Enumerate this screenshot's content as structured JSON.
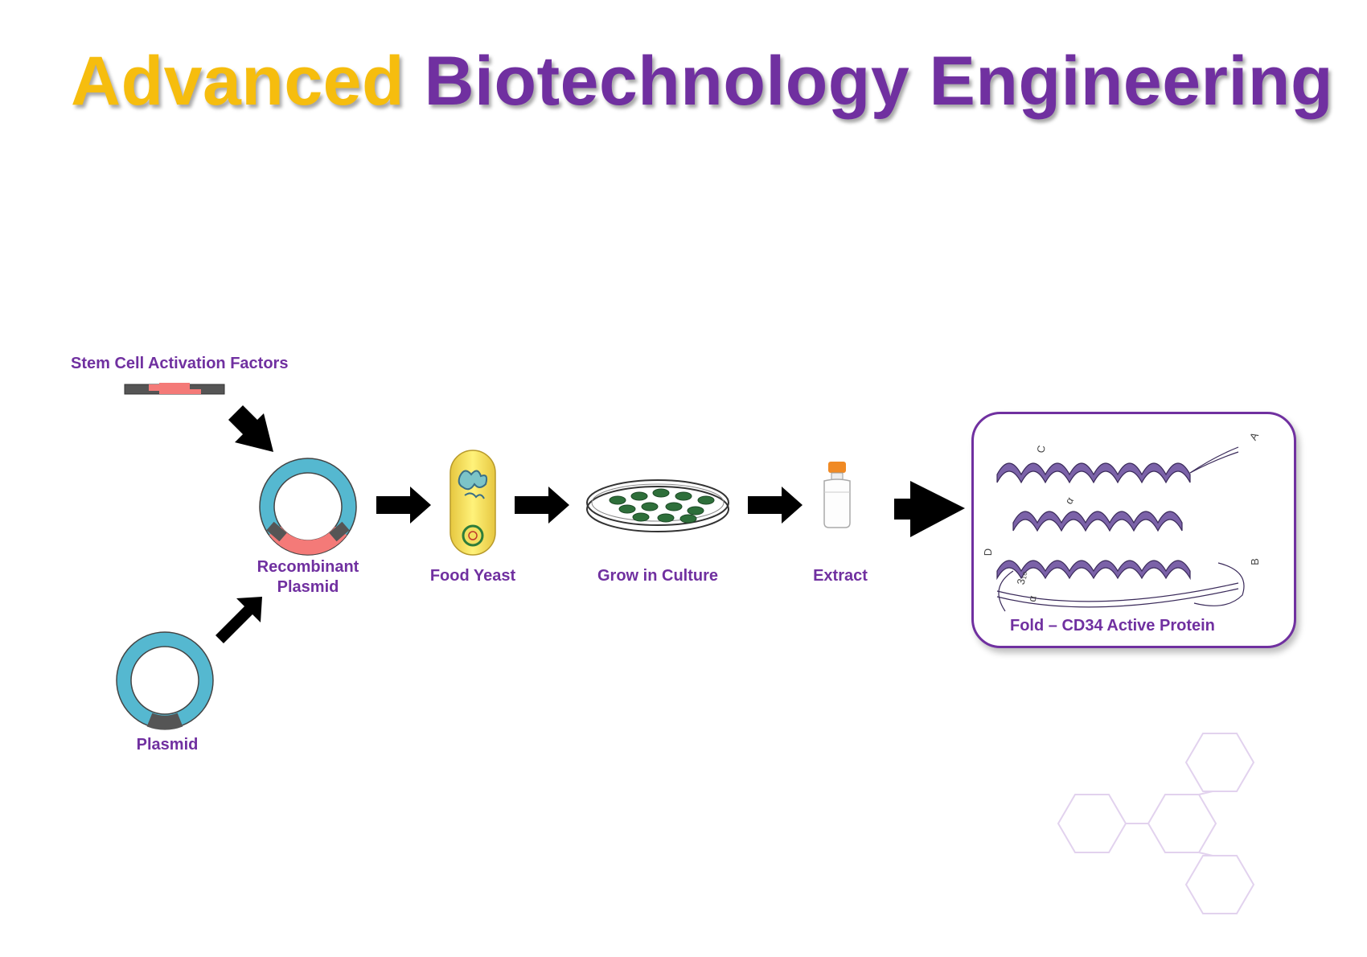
{
  "title": {
    "word1": "Advanced",
    "word2": "Biotechnology Engineering"
  },
  "steps": {
    "factors": "Stem Cell Activation Factors",
    "recombinant_line1": "Recombinant",
    "recombinant_line2": "Plasmid",
    "yeast": "Food Yeast",
    "culture": "Grow in Culture",
    "extract": "Extract",
    "plasmid": "Plasmid",
    "protein": "Fold – CD34 Active Protein"
  },
  "protein_markers": {
    "a": "A",
    "b": "B",
    "c": "C",
    "d": "D",
    "alpha1": "α",
    "alpha2": "α",
    "three10": "3₁₀"
  },
  "colors": {
    "accent_yellow": "#f6bd0e",
    "accent_purple": "#7030a0",
    "plasmid_ring": "#55b8d0",
    "insert_red": "#f47a78",
    "vector_dark": "#555555",
    "arrow": "#000000",
    "yeast_cell": "#f3df5e",
    "dish_cells": "#2e6f3a"
  }
}
